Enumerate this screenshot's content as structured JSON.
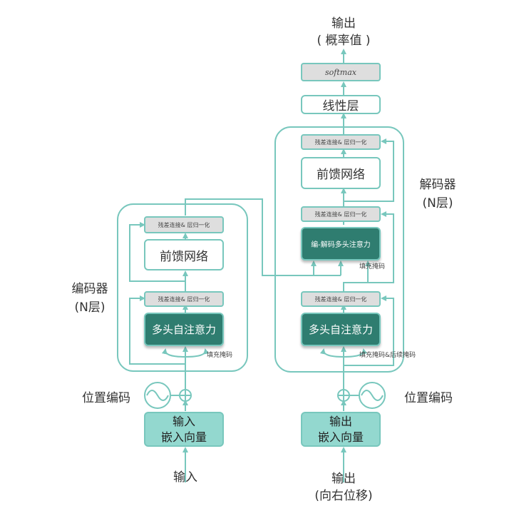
{
  "labels": {
    "output_top_line1": "输出",
    "output_top_line2": "( 概率值 )",
    "softmax": "softmax",
    "linear": "线性层",
    "decoder_label_line1": "解码器",
    "decoder_label_line2": "(N层)",
    "encoder_label_line1": "编码器",
    "encoder_label_line2": "(N层)",
    "add_norm": "残差连接& 层归一化",
    "feed_forward": "前馈网络",
    "self_attention": "多头自注意力",
    "cross_attention": "编-解码多头注意力",
    "padding_mask": "填充掩码",
    "padding_causal_mask": "填充掩码&后续掩码",
    "positional_encoding": "位置编码",
    "input_embedding_line1": "输入",
    "input_embedding_line2": "嵌入向量",
    "output_embedding_line1": "输出",
    "output_embedding_line2": "嵌入向量",
    "input_bottom": "输入",
    "output_bottom_line1": "输出",
    "output_bottom_line2": "(向右位移)"
  },
  "colors": {
    "teal_line": "#78c7bd",
    "dark_block": "#2f7d70",
    "light_block": "#93d8cf",
    "gray_block": "#dedede"
  }
}
